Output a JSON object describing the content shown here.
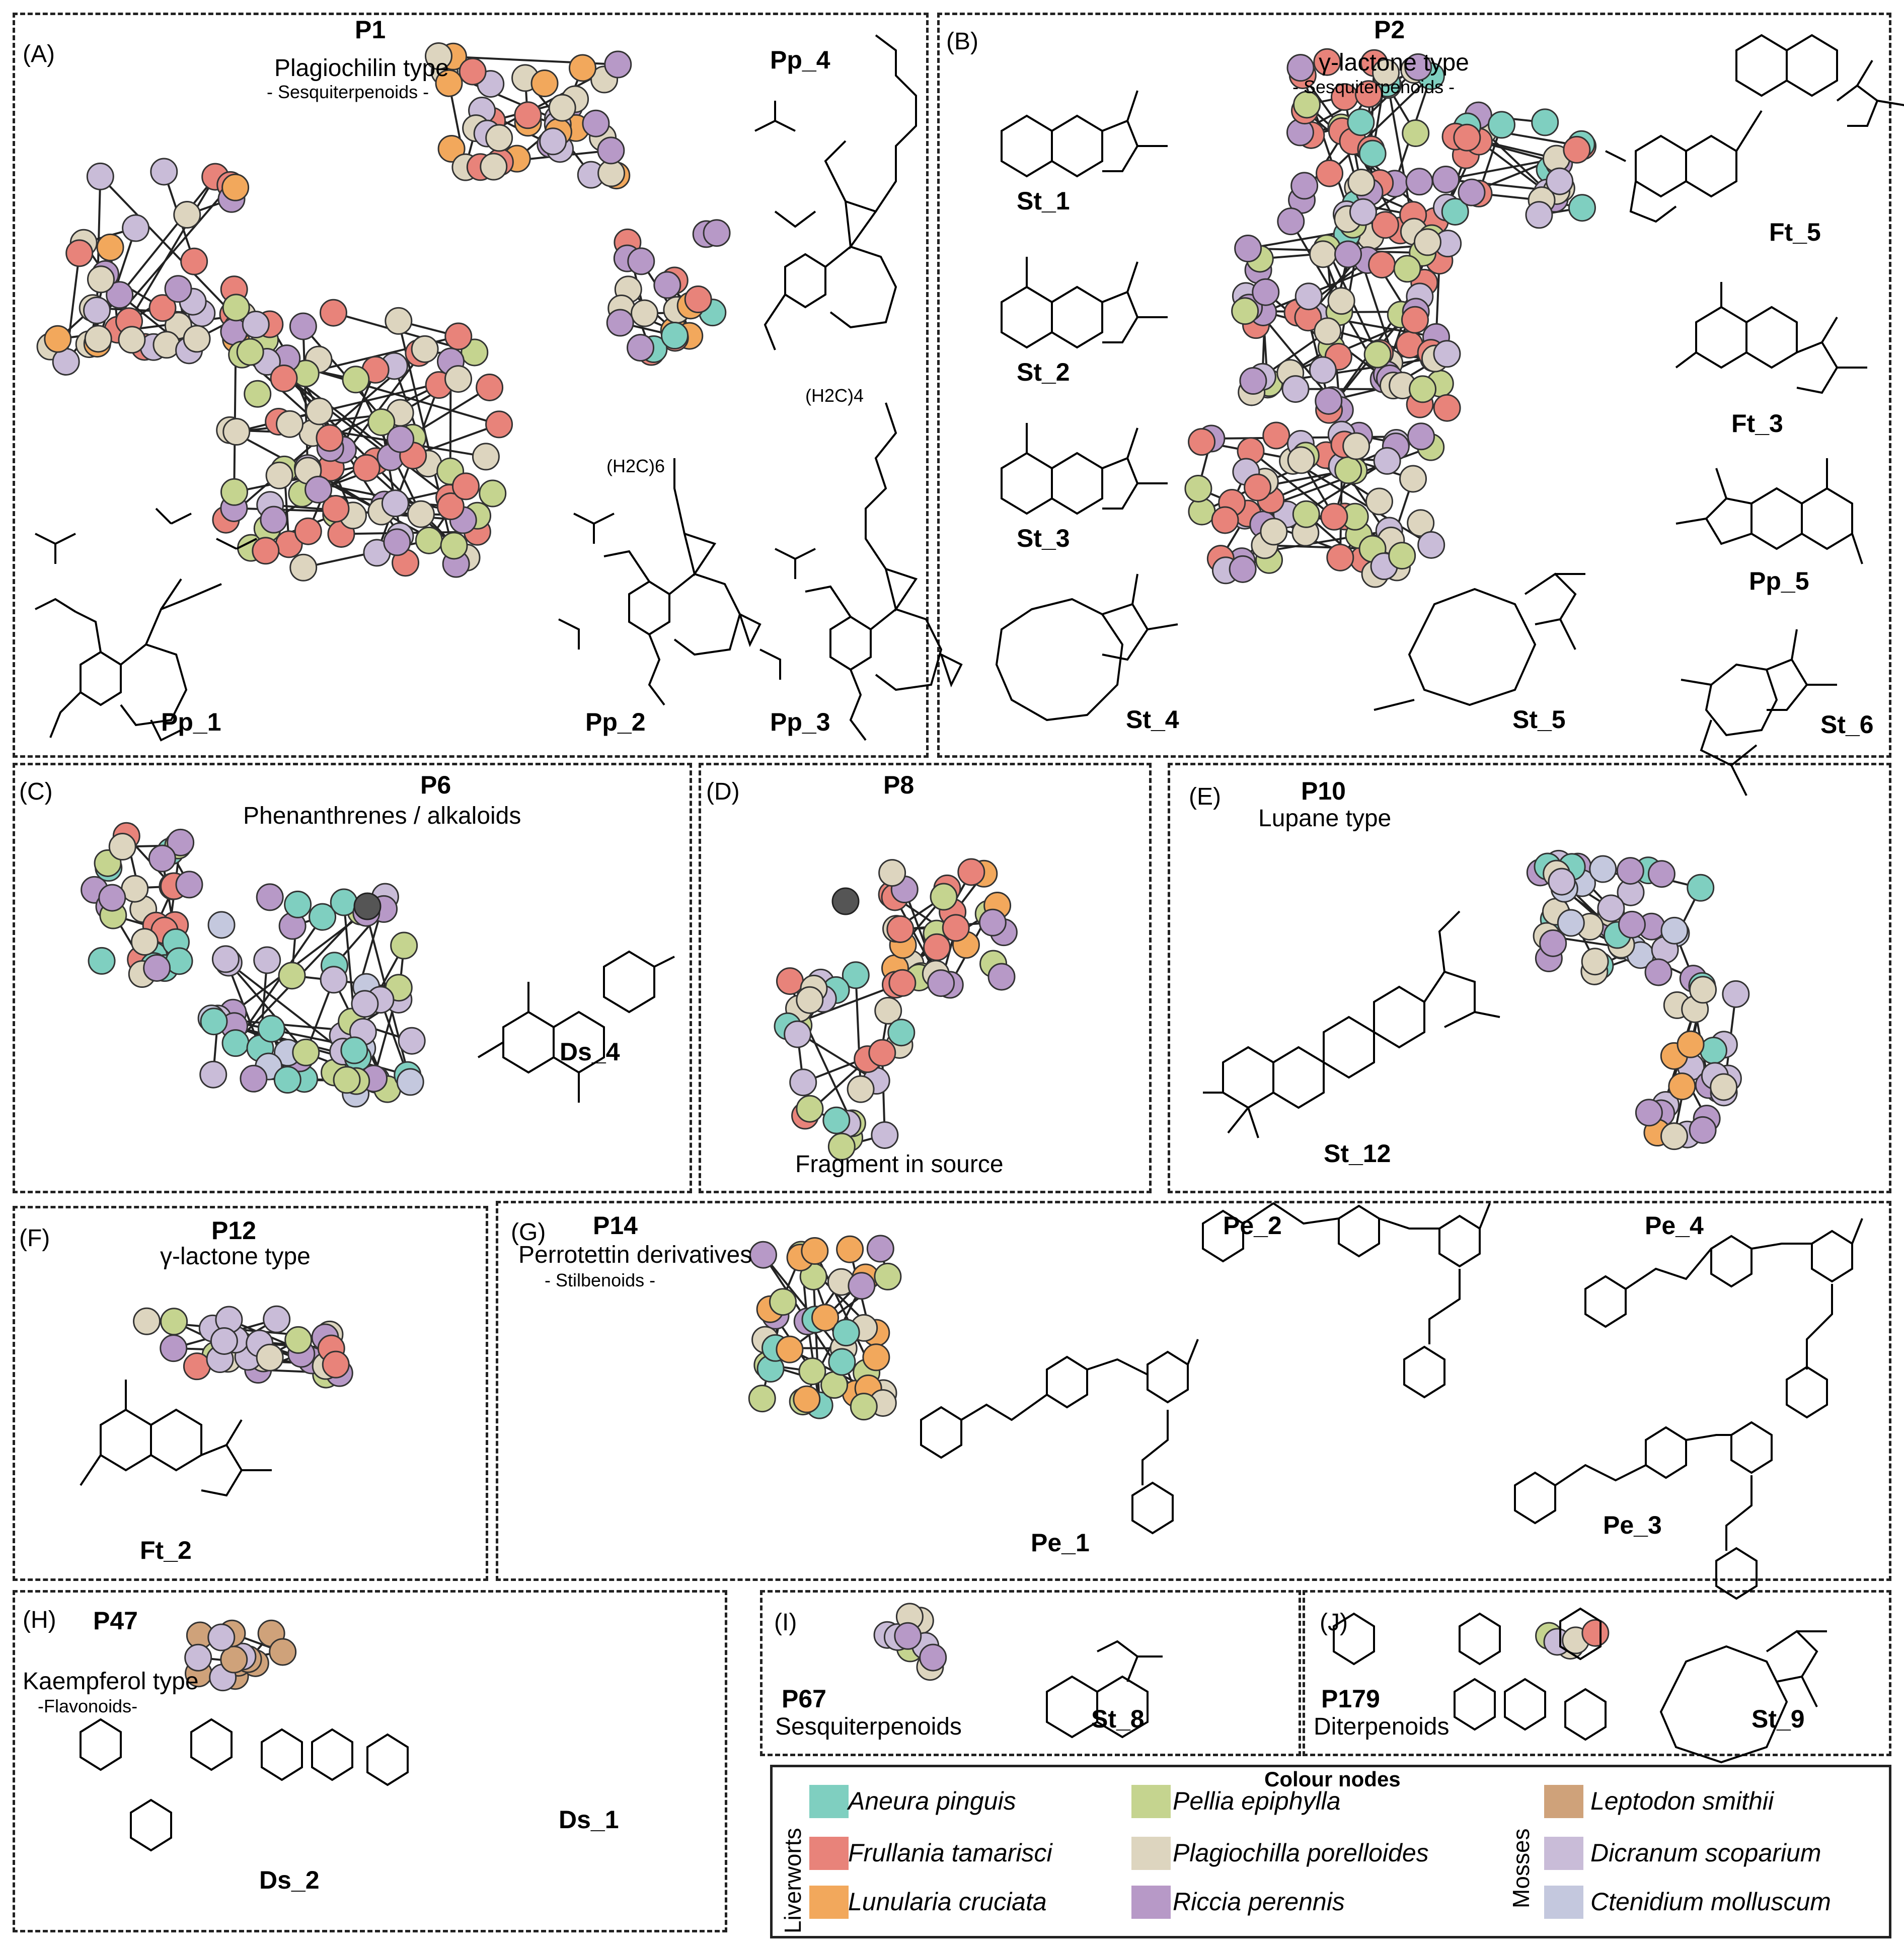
{
  "panels": {
    "A": {
      "label": "(A)",
      "id": "P1",
      "type": "Plagiochilin type",
      "sub": "- Sesquiterpenoids -",
      "compounds": [
        "Pp_1",
        "Pp_2",
        "Pp_3",
        "Pp_4"
      ],
      "chem": {
        "h2c6": "(H2C)6",
        "h2c4": "(H2C)4"
      }
    },
    "B": {
      "label": "(B)",
      "id": "P2",
      "type": "γ-lactone type",
      "sub": "- Sesquiterpenoids -",
      "compounds": [
        "St_1",
        "St_2",
        "St_3",
        "St_4",
        "St_5",
        "St_6",
        "Ft_5",
        "Ft_3",
        "Pp_5"
      ]
    },
    "C": {
      "label": "(C)",
      "id": "P6",
      "type": "Phenanthrenes / alkaloids",
      "compounds": [
        "Ds_4"
      ]
    },
    "D": {
      "label": "(D)",
      "id": "P8",
      "note": "Fragment in source"
    },
    "E": {
      "label": "(E)",
      "id": "P10",
      "type": "Lupane type",
      "compounds": [
        "St_12"
      ]
    },
    "F": {
      "label": "(F)",
      "id": "P12",
      "type": "γ-lactone type",
      "compounds": [
        "Ft_2"
      ]
    },
    "G": {
      "label": "(G)",
      "id": "P14",
      "type": "Perrotettin derivatives",
      "sub": "- Stilbenoids -",
      "compounds": [
        "Pe_1",
        "Pe_2",
        "Pe_3",
        "Pe_4"
      ]
    },
    "H": {
      "label": "(H)",
      "id": "P47",
      "type": "Kaempferol type",
      "sub": "-Flavonoids-",
      "compounds": [
        "Ds_1",
        "Ds_2"
      ]
    },
    "I": {
      "label": "(I)",
      "id": "P67",
      "type": "Sesquiterpenoids",
      "compounds": [
        "St_8"
      ]
    },
    "J": {
      "label": "(J)",
      "id": "P179",
      "type": "Diterpenoids",
      "compounds": [
        "St_9"
      ]
    }
  },
  "legend": {
    "title": "Colour   nodes",
    "groups": [
      "Liverworts",
      "Mosses"
    ],
    "species": [
      {
        "name": "Aneura pinguis",
        "color": "#7fcfc0"
      },
      {
        "name": "Frullania tamarisci",
        "color": "#e8837a"
      },
      {
        "name": "Lunularia cruciata",
        "color": "#f2a85c"
      },
      {
        "name": "Pellia epiphylla",
        "color": "#c5d48f"
      },
      {
        "name": "Plagiochilla porelloides",
        "color": "#ddd5bf"
      },
      {
        "name": "Riccia perennis",
        "color": "#b799c7"
      },
      {
        "name": "Leptodon smithii",
        "color": "#cfa27a"
      },
      {
        "name": "Dicranum scoparium",
        "color": "#c9bcd8"
      },
      {
        "name": "Ctenidium molluscum",
        "color": "#c4c8de"
      }
    ]
  }
}
